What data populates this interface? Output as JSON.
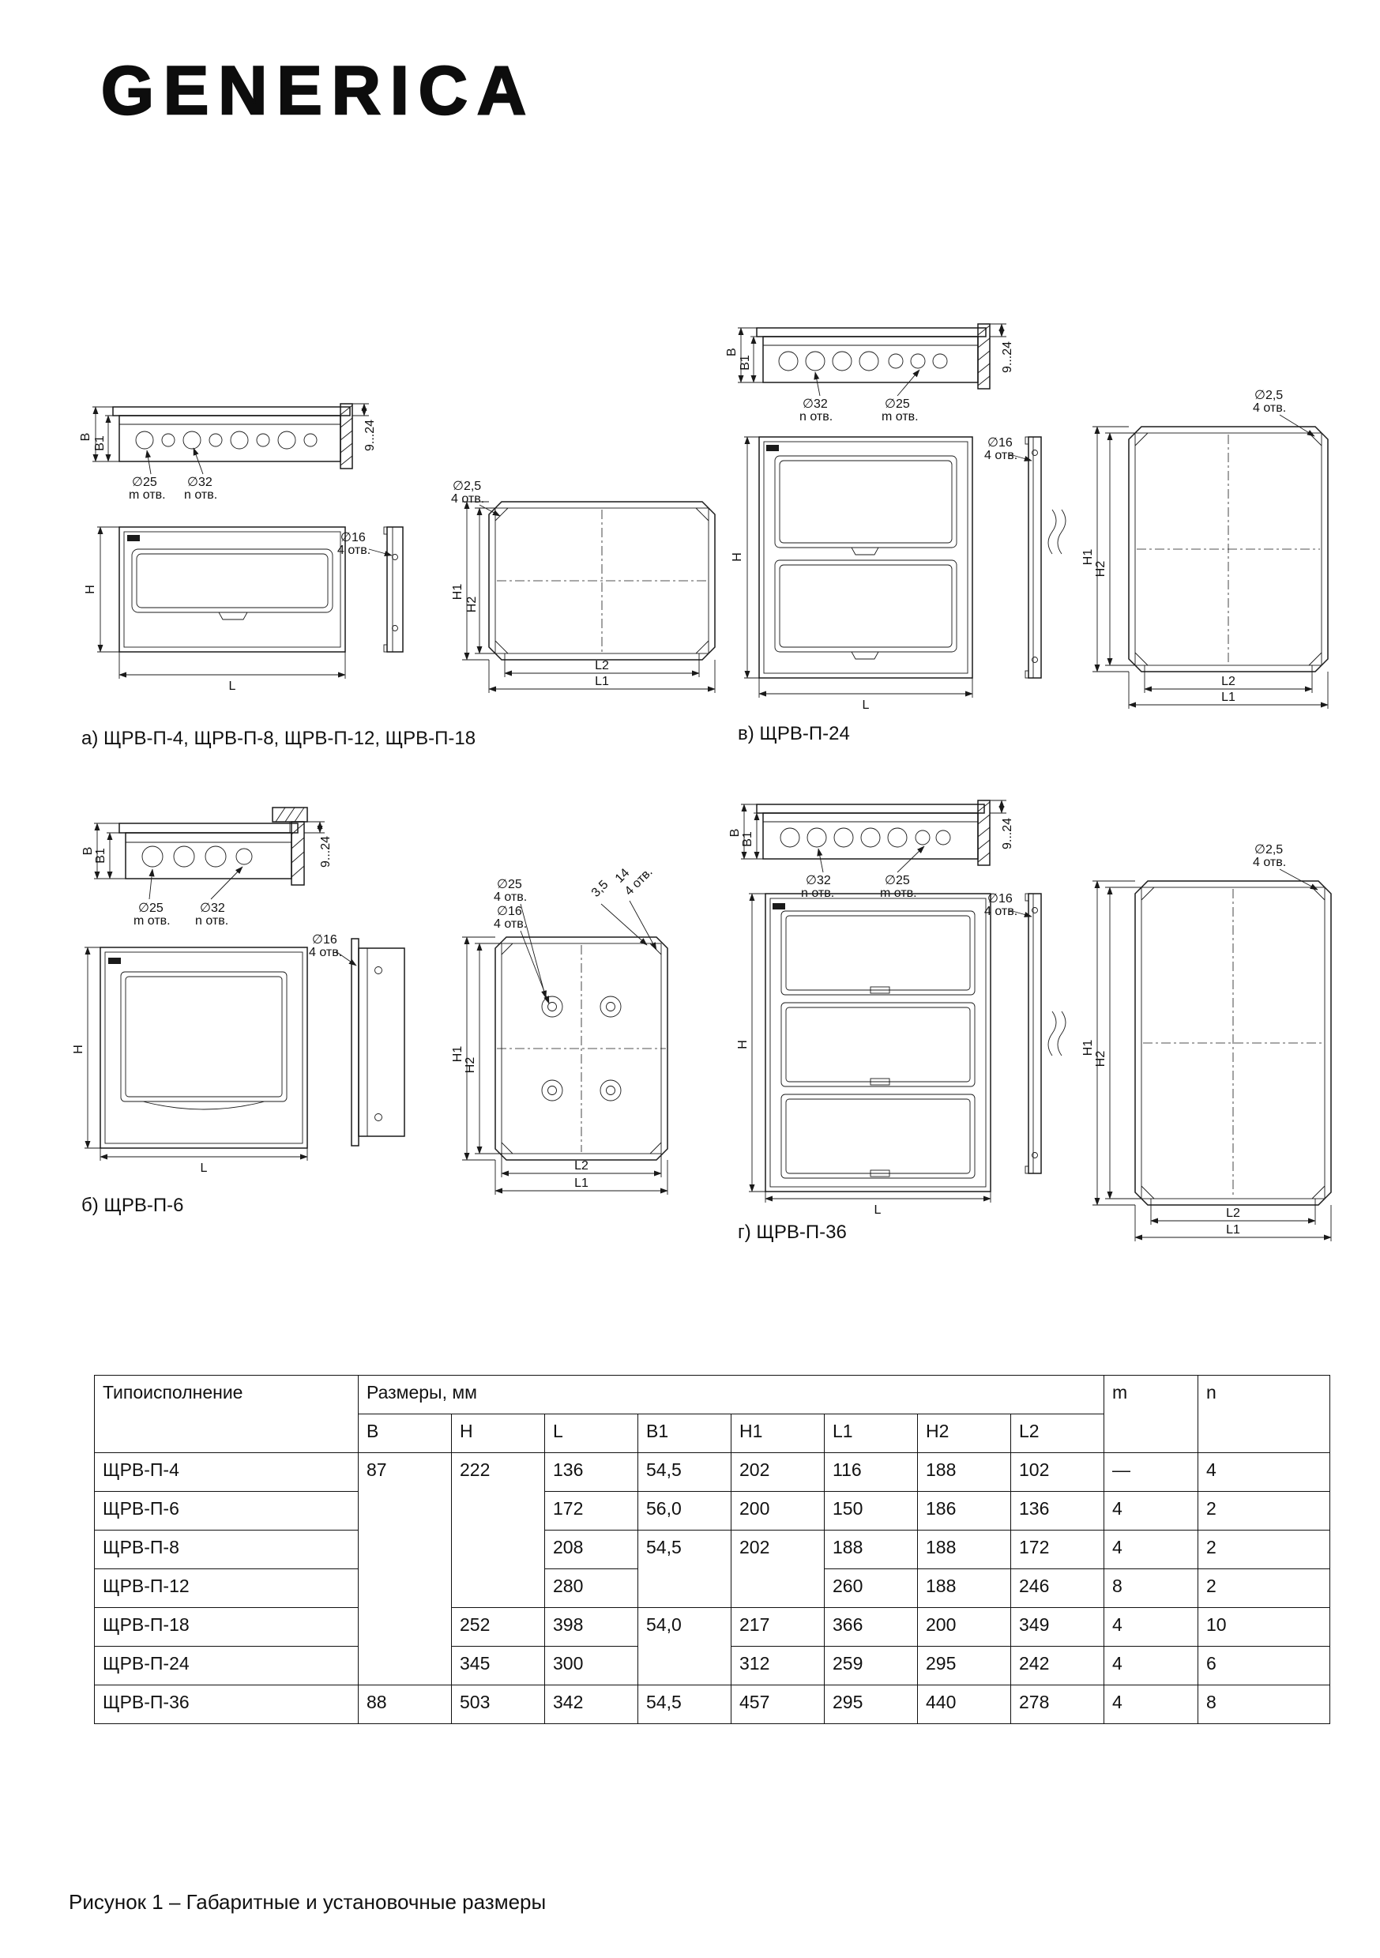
{
  "page": {
    "logo": "GENERICA",
    "figure_caption": "Рисунок 1 – Габаритные и установочные размеры"
  },
  "dim": {
    "B": "B",
    "B1": "B1",
    "H": "H",
    "H1": "H1",
    "H2": "H2",
    "L": "L",
    "L1": "L1",
    "L2": "L2",
    "depth": "9...24",
    "d25": "∅25",
    "d32": "∅32",
    "d16": "∅16",
    "d2_5": "∅2,5",
    "m_otv": "m отв.",
    "n_otv": "n отв.",
    "four_otv": "4 отв.",
    "chamfer": "3,5",
    "corner14": "14"
  },
  "figures": {
    "a": {
      "caption": "а) ЩРВ-П-4, ЩРВ-П-8, ЩРВ-П-12, ЩРВ-П-18"
    },
    "b": {
      "caption": "б) ЩРВ-П-6"
    },
    "v": {
      "caption": "в) ЩРВ-П-24"
    },
    "g": {
      "caption": "г) ЩРВ-П-36"
    }
  },
  "table": {
    "type_header": "Типоисполнение",
    "sizes_header": "Размеры, мм",
    "m_header": "m",
    "n_header": "n",
    "sub_headers": [
      "B",
      "H",
      "L",
      "B1",
      "H1",
      "L1",
      "H2",
      "L2"
    ],
    "rows": [
      {
        "name": "ЩРВ-П-4",
        "B": "87",
        "H": "222",
        "L": "136",
        "B1": "54,5",
        "H1": "202",
        "L1": "116",
        "H2": "188",
        "L2": "102",
        "m": "—",
        "n": "4"
      },
      {
        "name": "ЩРВ-П-6",
        "L": "172",
        "B1": "56,0",
        "H1": "200",
        "L1": "150",
        "H2": "186",
        "L2": "136",
        "m": "4",
        "n": "2"
      },
      {
        "name": "ЩРВ-П-8",
        "L": "208",
        "B1": "54,5",
        "H1": "202",
        "L1": "188",
        "H2": "188",
        "L2": "172",
        "m": "4",
        "n": "2"
      },
      {
        "name": "ЩРВ-П-12",
        "L": "280",
        "L1": "260",
        "H2": "188",
        "L2": "246",
        "m": "8",
        "n": "2"
      },
      {
        "name": "ЩРВ-П-18",
        "H": "252",
        "L": "398",
        "B1": "54,0",
        "H1": "217",
        "L1": "366",
        "H2": "200",
        "L2": "349",
        "m": "4",
        "n": "10"
      },
      {
        "name": "ЩРВ-П-24",
        "H": "345",
        "L": "300",
        "H1": "312",
        "L1": "259",
        "H2": "295",
        "L2": "242",
        "m": "4",
        "n": "6"
      },
      {
        "name": "ЩРВ-П-36",
        "B": "88",
        "H": "503",
        "L": "342",
        "B1": "54,5",
        "H1": "457",
        "L1": "295",
        "H2": "440",
        "L2": "278",
        "m": "4",
        "n": "8"
      }
    ]
  }
}
